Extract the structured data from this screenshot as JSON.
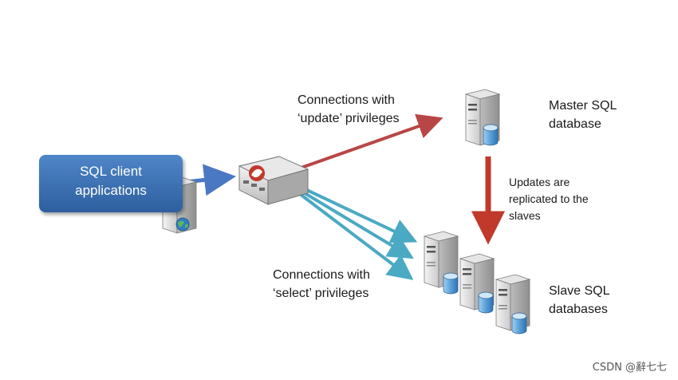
{
  "client": {
    "line1": "SQL client",
    "line2": "applications"
  },
  "labels": {
    "update_line1": "Connections with",
    "update_line2": "‘update’ privileges",
    "select_line1": "Connections with",
    "select_line2": "‘select’ privileges",
    "master_line1": "Master SQL",
    "master_line2": "database",
    "replicate_line1": "Updates are",
    "replicate_line2": "replicated to the",
    "replicate_line3": "slaves",
    "slave_line1": "Slave SQL",
    "slave_line2": "databases"
  },
  "watermark": "CSDN @辭七七",
  "colors": {
    "update_arrow": "#b94646",
    "select_arrow": "#4aa9c3",
    "client_arrow": "#4a78c2",
    "replicate_arrow": "#c0392b",
    "client_box": "#3a6fb2",
    "proxy_logo": "#c0392b",
    "globe": "#2e7fc2",
    "database": "#5aa0d8"
  },
  "icons": [
    "server-icon",
    "proxy-device-icon",
    "database-cylinder-icon",
    "globe-icon"
  ]
}
